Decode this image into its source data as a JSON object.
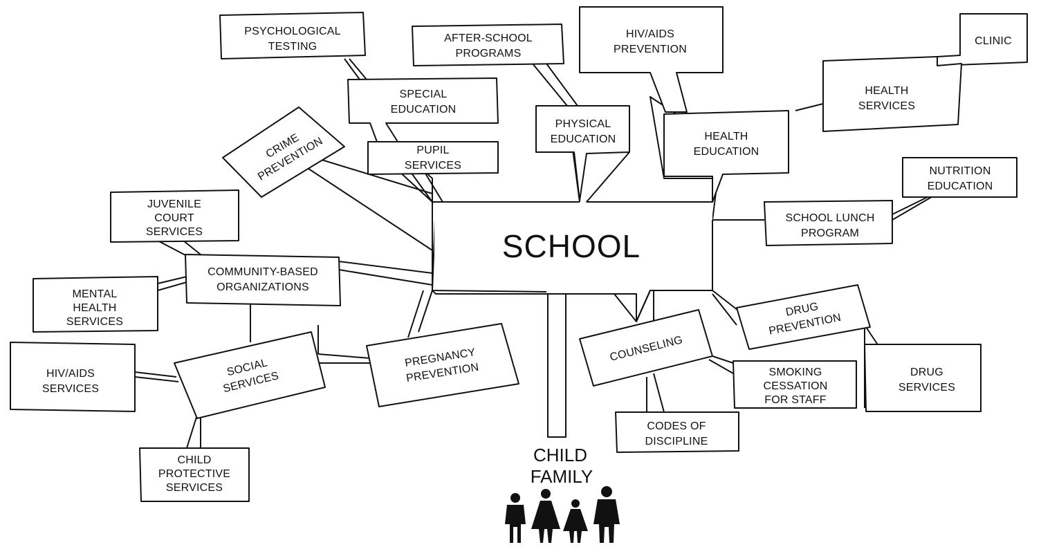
{
  "title": "SCHOOL",
  "base": {
    "line1": "CHILD",
    "line2": "FAMILY"
  },
  "nodes": {
    "psych": [
      "PSYCHOLOGICAL",
      "TESTING"
    ],
    "after_school": [
      "AFTER-SCHOOL",
      "PROGRAMS"
    ],
    "hiv_prev": [
      "HIV/AIDS",
      "PREVENTION"
    ],
    "clinic": [
      "CLINIC"
    ],
    "special_ed": [
      "SPECIAL",
      "EDUCATION"
    ],
    "phys_ed": [
      "PHYSICAL",
      "EDUCATION"
    ],
    "health_services": [
      "HEALTH",
      "SERVICES"
    ],
    "health_ed": [
      "HEALTH",
      "EDUCATION"
    ],
    "pupil": [
      "PUPIL",
      "SERVICES"
    ],
    "crime": [
      "CRIME",
      "PREVENTION"
    ],
    "nutrition": [
      "NUTRITION",
      "EDUCATION"
    ],
    "juvenile": [
      "JUVENILE",
      "COURT",
      "SERVICES"
    ],
    "lunch": [
      "SCHOOL LUNCH",
      "PROGRAM"
    ],
    "cbo": [
      "COMMUNITY-BASED",
      "ORGANIZATIONS"
    ],
    "mental": [
      "MENTAL",
      "HEALTH",
      "SERVICES"
    ],
    "drug_prev": [
      "DRUG",
      "PREVENTION"
    ],
    "counseling": [
      "COUNSELING"
    ],
    "pregnancy": [
      "PREGNANCY",
      "PREVENTION"
    ],
    "social": [
      "SOCIAL",
      "SERVICES"
    ],
    "hiv_services": [
      "HIV/AIDS",
      "SERVICES"
    ],
    "smoking": [
      "SMOKING",
      "CESSATION",
      "FOR STAFF"
    ],
    "drug_services": [
      "DRUG",
      "SERVICES"
    ],
    "codes": [
      "CODES OF",
      "DISCIPLINE"
    ],
    "child_protective": [
      "CHILD",
      "PROTECTIVE",
      "SERVICES"
    ]
  }
}
